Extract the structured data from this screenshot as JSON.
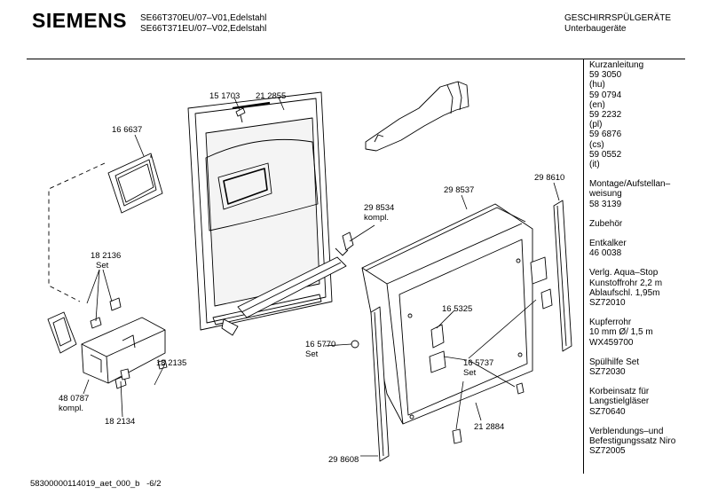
{
  "header": {
    "brand": "SIEMENS",
    "model_line1": "SE66T370EU/07–V01,Edelstahl",
    "model_line2": "SE66T371EU/07–V02,Edelstahl",
    "category_line1": "GESCHIRRSPÜLGERÄTE",
    "category_line2": "Unterbaugeräte"
  },
  "sidebar": {
    "groups": [
      [
        "Kurzanleitung",
        "59 3050",
        "(hu)",
        "59 0794",
        "(en)",
        "59 2232",
        "(pl)",
        "59 6876",
        "(cs)",
        "59 0552",
        "(it)"
      ],
      [
        "Montage/Aufstellan–",
        "weisung",
        "58 3139"
      ],
      [
        "Zubehör"
      ],
      [
        "Entkalker",
        "46 0038"
      ],
      [
        "Verlg. Aqua–Stop",
        "Kunstoffrohr 2,2 m",
        "Ablaufschl. 1,95m",
        "SZ72010"
      ],
      [
        "Kupferrohr",
        "10 mm Ø/ 1,5 m",
        "WX459700"
      ],
      [
        "Spülhilfe Set",
        "SZ72030"
      ],
      [
        "Korbeinsatz für",
        "Langstielgläser",
        "SZ70640"
      ],
      [
        "Verblendungs–und",
        "Befestigungssatz Niro",
        "SZ72005"
      ]
    ]
  },
  "labels": {
    "p151703": "15 1703",
    "p212855": "21 2855",
    "p166637": "16 6637",
    "p298534_a": "29 8534",
    "p298534_b": "kompl.",
    "p298537": "29 8537",
    "p298610": "29 8610",
    "p182136_a": "18 2136",
    "p182136_b": "Set",
    "p165325": "16 5325",
    "p165770_a": "16 5770",
    "p165770_b": "Set",
    "p182135": "18 2135",
    "p165737_a": "16 5737",
    "p165737_b": "Set",
    "p480787_a": "48 0787",
    "p480787_b": "kompl.",
    "p182134": "18 2134",
    "p212884": "21 2884",
    "p298608": "29 8608"
  },
  "footer": {
    "doc_id": "58300000114019_aet_000_b",
    "page": "-6/2"
  }
}
